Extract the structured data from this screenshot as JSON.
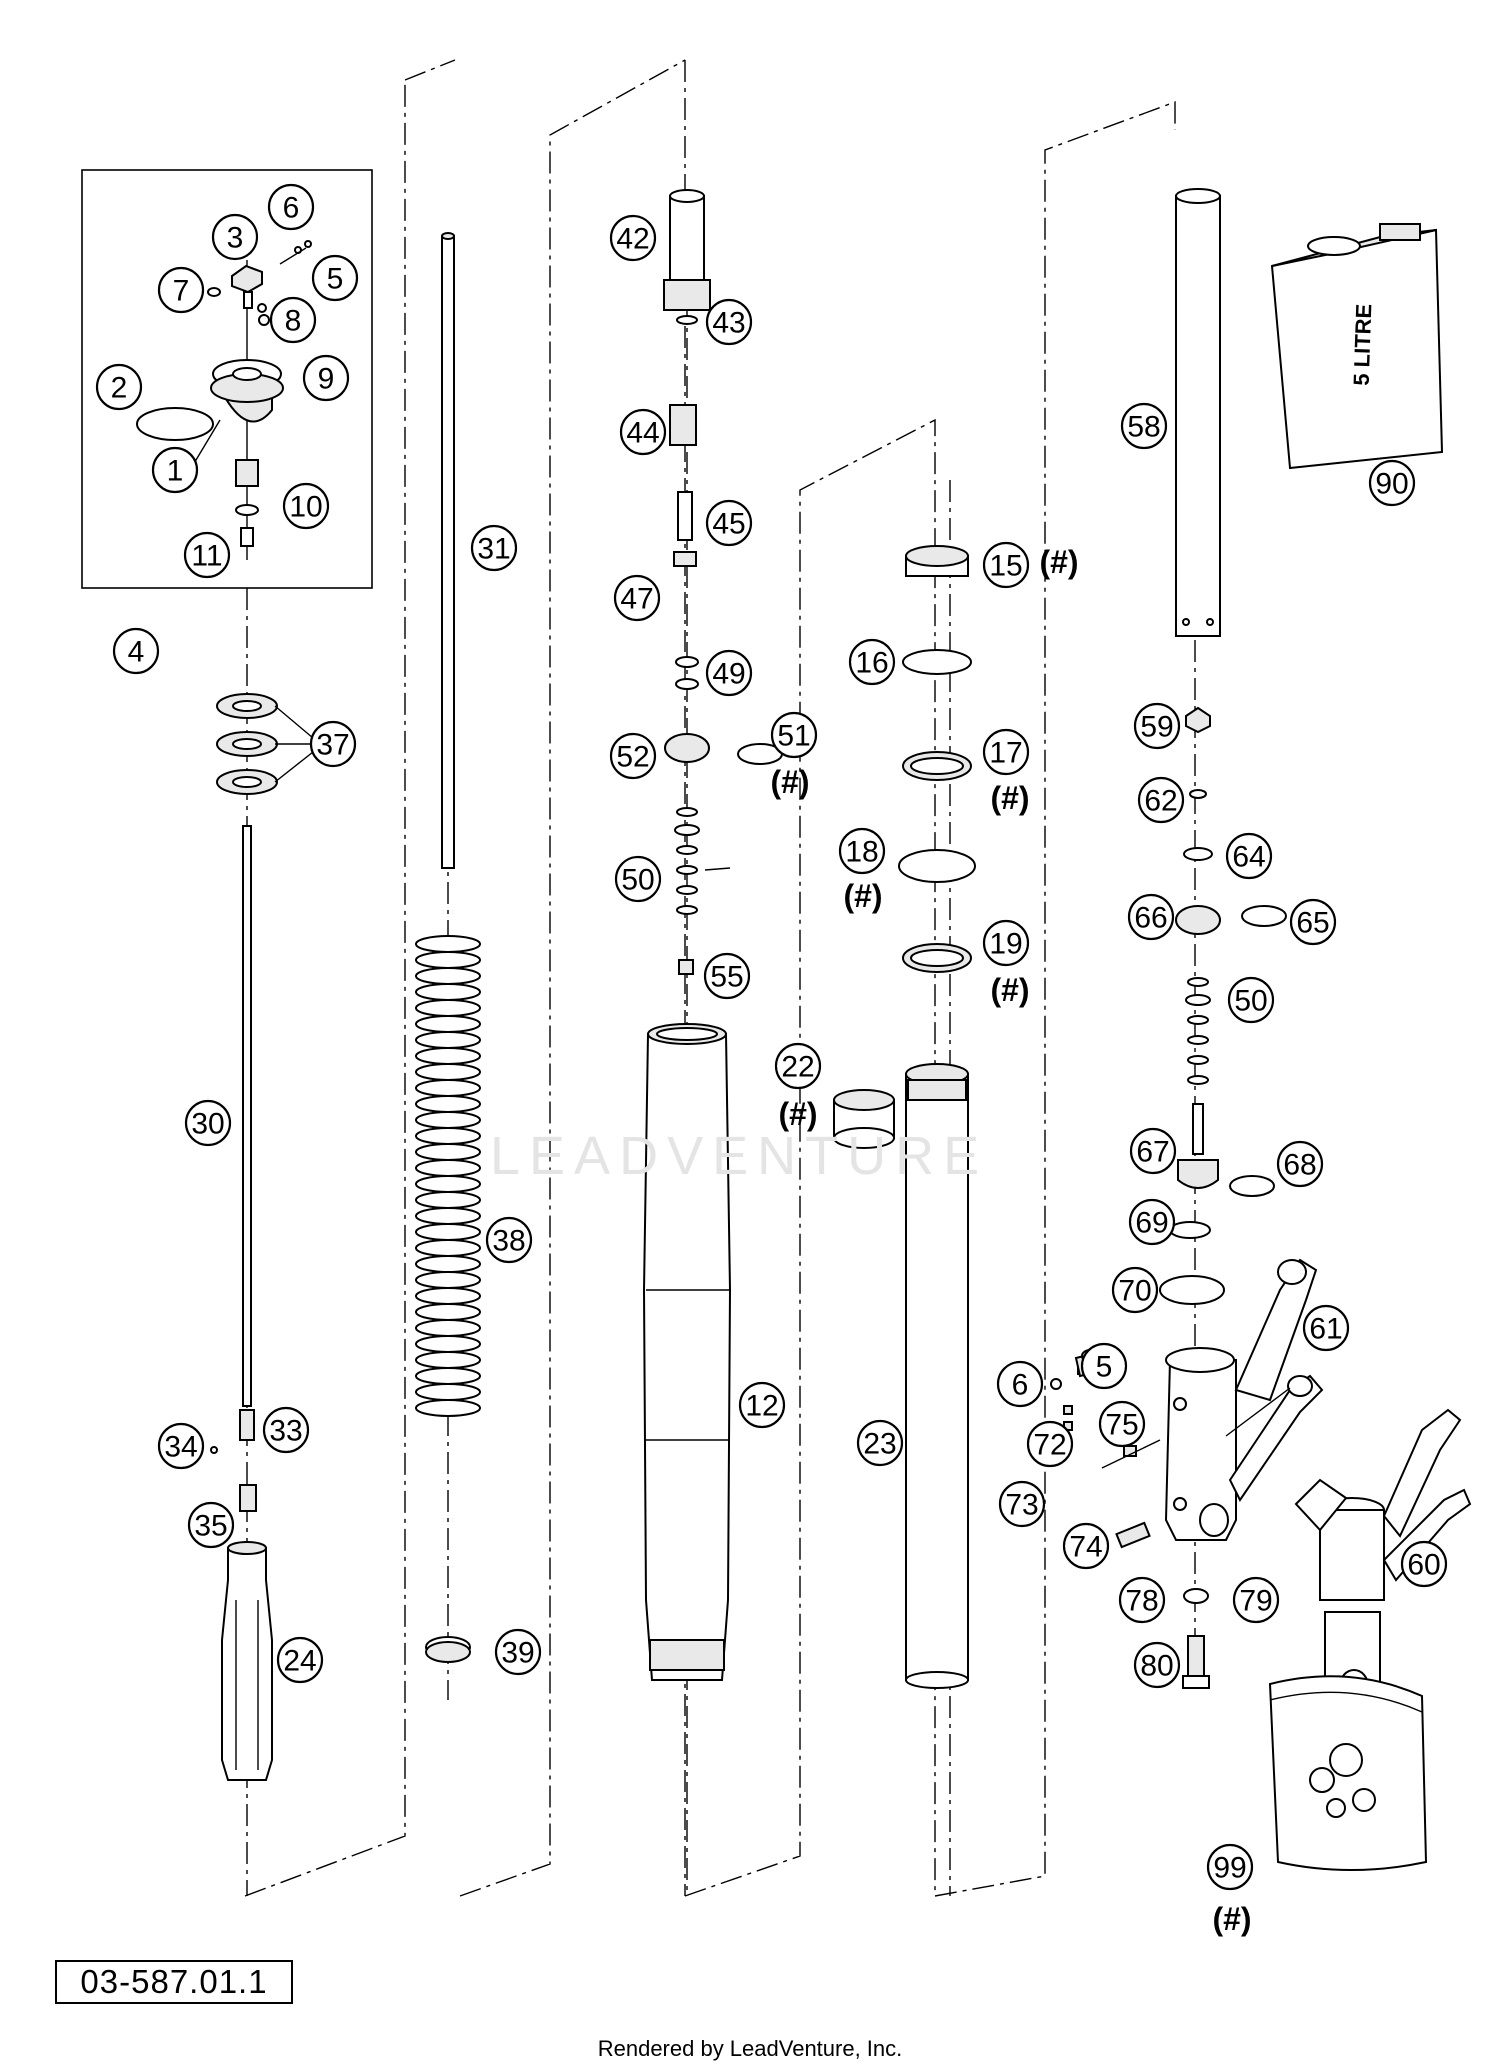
{
  "diagram": {
    "code": "03-587.01.1",
    "footer": "Rendered by LeadVenture, Inc.",
    "watermark": "LEADVENTURE",
    "hash_note": "(#)",
    "oil_can_label": "5 LITRE"
  },
  "callouts": [
    {
      "id": "6",
      "label": "6"
    },
    {
      "id": "3",
      "label": "3"
    },
    {
      "id": "5a",
      "label": "5"
    },
    {
      "id": "7",
      "label": "7"
    },
    {
      "id": "8",
      "label": "8"
    },
    {
      "id": "9",
      "label": "9"
    },
    {
      "id": "2",
      "label": "2"
    },
    {
      "id": "1",
      "label": "1"
    },
    {
      "id": "10",
      "label": "10"
    },
    {
      "id": "11",
      "label": "11"
    },
    {
      "id": "4",
      "label": "4"
    },
    {
      "id": "37",
      "label": "37"
    },
    {
      "id": "30",
      "label": "30"
    },
    {
      "id": "33",
      "label": "33"
    },
    {
      "id": "34",
      "label": "34"
    },
    {
      "id": "35",
      "label": "35"
    },
    {
      "id": "24",
      "label": "24"
    },
    {
      "id": "31",
      "label": "31"
    },
    {
      "id": "38",
      "label": "38"
    },
    {
      "id": "39",
      "label": "39"
    },
    {
      "id": "42",
      "label": "42"
    },
    {
      "id": "43",
      "label": "43"
    },
    {
      "id": "44",
      "label": "44"
    },
    {
      "id": "45",
      "label": "45"
    },
    {
      "id": "47",
      "label": "47"
    },
    {
      "id": "49",
      "label": "49"
    },
    {
      "id": "51",
      "label": "51"
    },
    {
      "id": "52",
      "label": "52"
    },
    {
      "id": "50a",
      "label": "50"
    },
    {
      "id": "55",
      "label": "55"
    },
    {
      "id": "12",
      "label": "12"
    },
    {
      "id": "22",
      "label": "22"
    },
    {
      "id": "15",
      "label": "15"
    },
    {
      "id": "16",
      "label": "16"
    },
    {
      "id": "17",
      "label": "17"
    },
    {
      "id": "18",
      "label": "18"
    },
    {
      "id": "19",
      "label": "19"
    },
    {
      "id": "23",
      "label": "23"
    },
    {
      "id": "58",
      "label": "58"
    },
    {
      "id": "90",
      "label": "90"
    },
    {
      "id": "59",
      "label": "59"
    },
    {
      "id": "62",
      "label": "62"
    },
    {
      "id": "64",
      "label": "64"
    },
    {
      "id": "66",
      "label": "66"
    },
    {
      "id": "65",
      "label": "65"
    },
    {
      "id": "50b",
      "label": "50"
    },
    {
      "id": "67",
      "label": "67"
    },
    {
      "id": "68",
      "label": "68"
    },
    {
      "id": "69",
      "label": "69"
    },
    {
      "id": "70",
      "label": "70"
    },
    {
      "id": "61",
      "label": "61"
    },
    {
      "id": "6b",
      "label": "6"
    },
    {
      "id": "5b",
      "label": "5"
    },
    {
      "id": "72",
      "label": "72"
    },
    {
      "id": "75",
      "label": "75"
    },
    {
      "id": "73",
      "label": "73"
    },
    {
      "id": "74",
      "label": "74"
    },
    {
      "id": "60",
      "label": "60"
    },
    {
      "id": "78",
      "label": "78"
    },
    {
      "id": "79",
      "label": "79"
    },
    {
      "id": "80",
      "label": "80"
    },
    {
      "id": "99",
      "label": "99"
    }
  ]
}
